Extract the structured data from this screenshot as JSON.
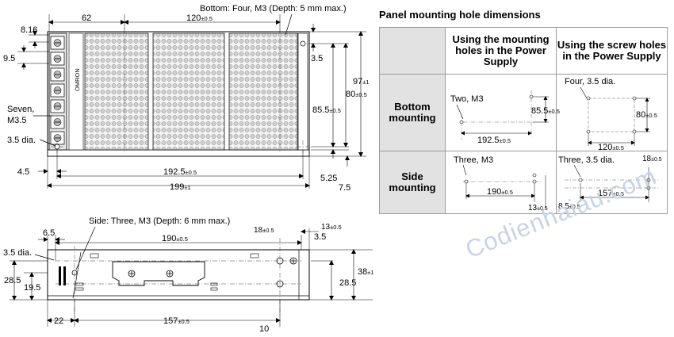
{
  "front_view": {
    "dim_top_width": "62",
    "dim_top_length": "120",
    "dim_top_length_tol": "±0.5",
    "bottom_note": "Bottom: Four, M3 (Depth: 5 mm max.)",
    "dim_left_small": "8.16",
    "dim_left_pitch": "9.5",
    "terminal_note_line1": "Seven,",
    "terminal_note_line2": "M3.5",
    "hole_note": "3.5 dia.",
    "dim_left_offset": "4.5",
    "dim_hole_span": "192.5",
    "dim_hole_span_tol": "±0.5",
    "dim_total_length": "199",
    "dim_total_length_tol": "±1",
    "dim_right_top": "3.5",
    "dim_right_pitch": "80",
    "dim_right_pitch_tol": "±0.5",
    "dim_right_hole": "85.5",
    "dim_right_hole_tol": "±0.5",
    "dim_total_width": "97",
    "dim_total_width_tol": "±1",
    "dim_right_bottom1": "5.25",
    "dim_right_bottom2": "7.5",
    "brand": "OMRON"
  },
  "side_view": {
    "side_note": "Side: Three, M3 (Depth: 6 mm max.)",
    "dim_left_edge": "6.5",
    "dim_hole_span": "190",
    "dim_hole_span_tol": "±0.5",
    "dim_right_a": "18",
    "dim_right_a_tol": "±0.5",
    "dim_right_b": "13",
    "dim_right_b_tol": "±0.5",
    "dim_right_c": "3.5",
    "hole_note": "3.5 dia.",
    "dim_left_height": "28.5",
    "dim_left_low": "19.5",
    "dim_right_height": "28.5",
    "dim_total_height": "38",
    "dim_total_height_tol": "±1",
    "dim_bottom_left": "22",
    "dim_bottom_mid": "157",
    "dim_bottom_mid_tol": "±0.5",
    "dim_bottom_right": "10"
  },
  "panel": {
    "title": "Panel mounting hole dimensions",
    "col1": "Using the mounting holes in the Power Supply",
    "col2": "Using the screw holes in the Power Supply",
    "row1": "Bottom mounting",
    "row2": "Side mounting",
    "bottom_ps": {
      "note": "Two, M3",
      "dim_h": "85.5",
      "dim_h_tol": "±0.5",
      "dim_w": "192.5",
      "dim_w_tol": "±0.5"
    },
    "bottom_screw": {
      "note": "Four, 3.5 dia.",
      "dim_h": "80",
      "dim_h_tol": "±0.5",
      "dim_w": "120",
      "dim_w_tol": "±0.5"
    },
    "side_ps": {
      "note": "Three, M3",
      "dim_w": "190",
      "dim_w_tol": "±0.5",
      "dim_r": "13",
      "dim_r_tol": "±0.5"
    },
    "side_screw": {
      "note": "Three, 3.5 dia.",
      "dim_tr": "18",
      "dim_tr_tol": "±0.5",
      "dim_l": "8.5",
      "dim_l_tol": "±0.5",
      "dim_w": "157",
      "dim_w_tol": "±0.5"
    }
  },
  "watermark": "Codienhaiau.com"
}
